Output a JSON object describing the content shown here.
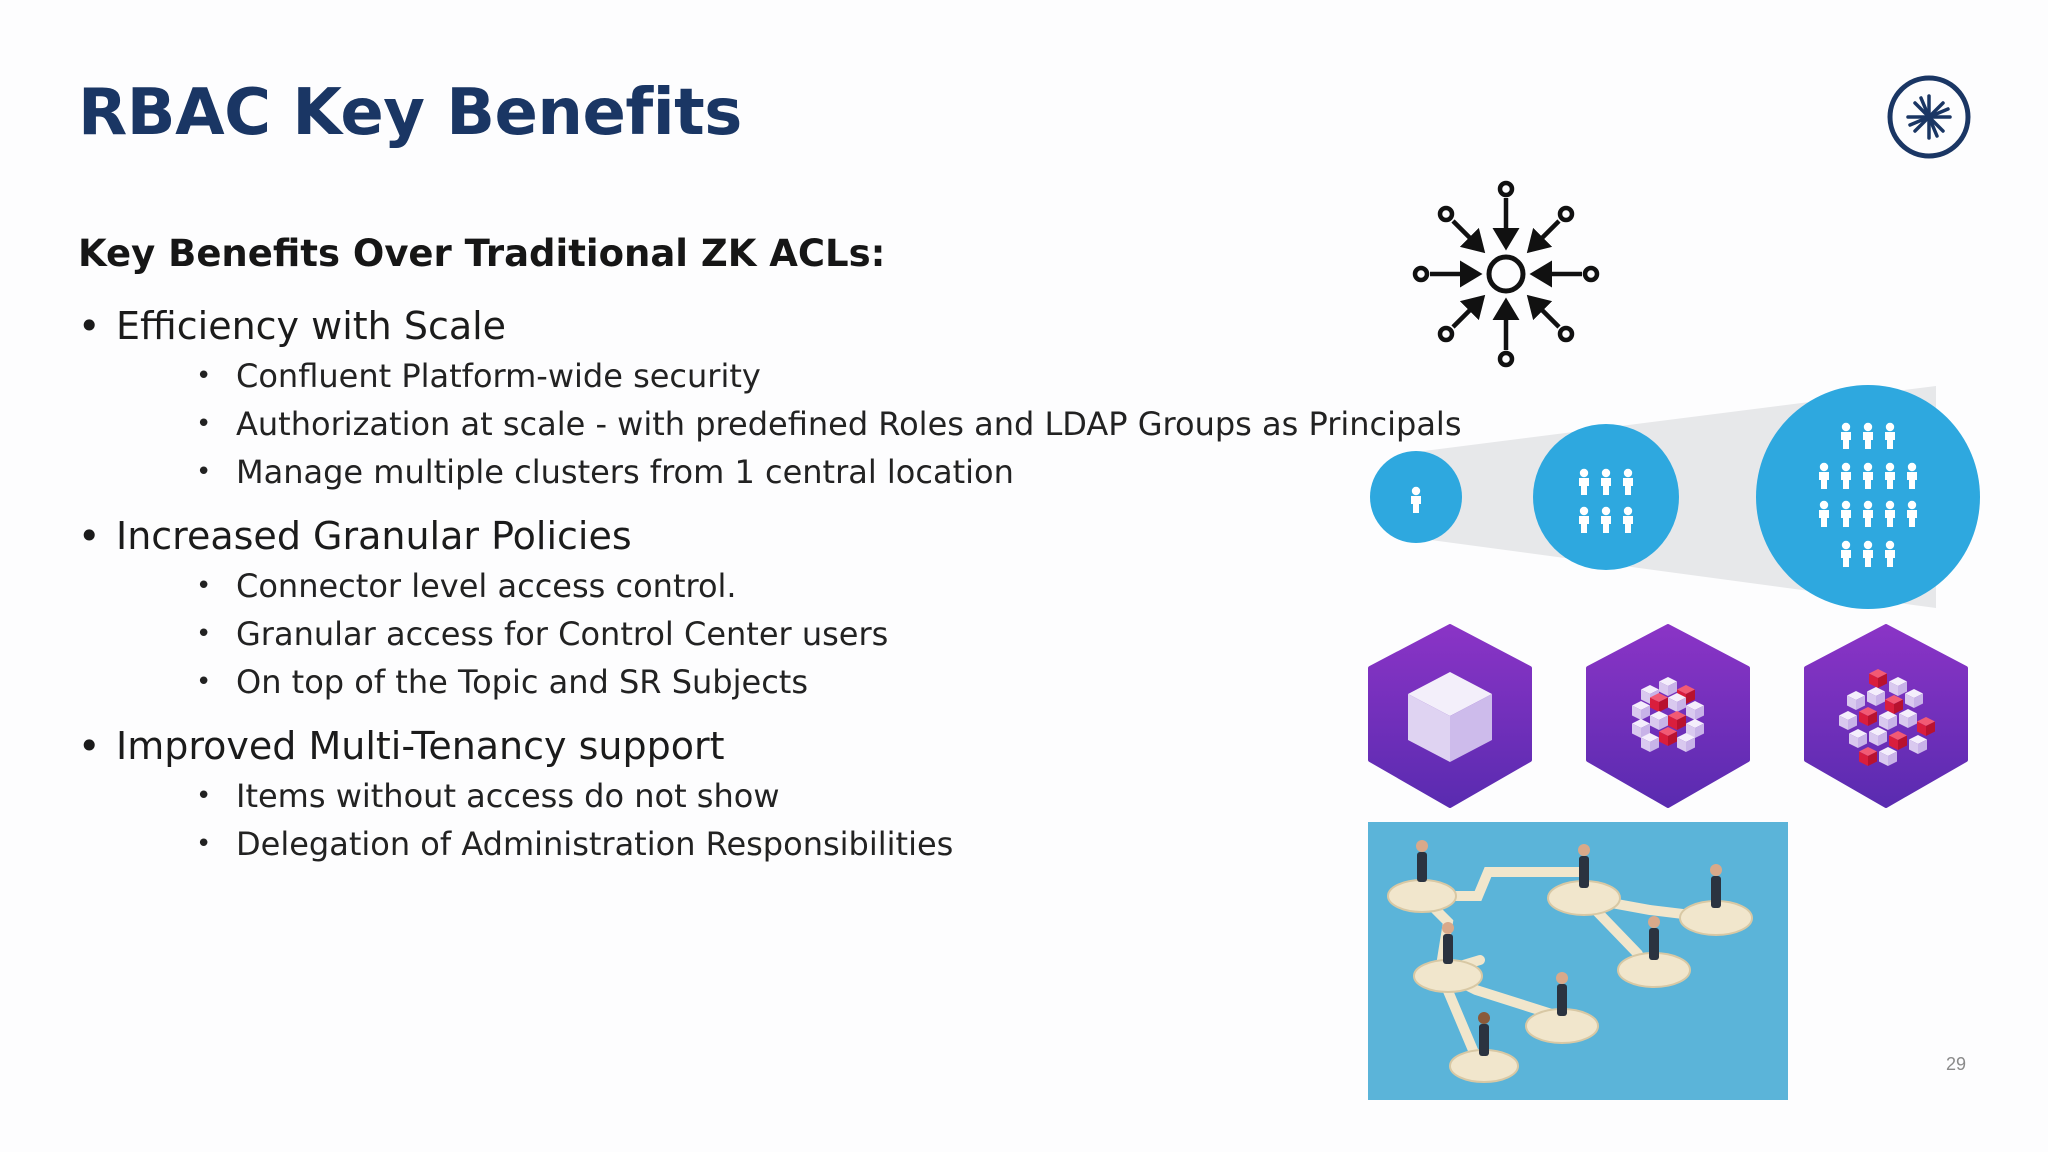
{
  "slide": {
    "title": "RBAC Key Benefits",
    "subtitle": "Key Benefits Over Traditional ZK ACLs:",
    "bullets": [
      {
        "label": "Efficiency with Scale",
        "sub": [
          "Confluent Platform-wide security",
          "Authorization at scale - with predefined Roles and LDAP Groups as Principals",
          "Manage multiple clusters from 1 central location"
        ]
      },
      {
        "label": "Increased Granular Policies",
        "sub": [
          "Connector level access control.",
          "Granular access for Control Center users",
          "On top of the Topic and SR Subjects"
        ]
      },
      {
        "label": "Improved Multi-Tenancy support",
        "sub": [
          "Items without access do not show",
          "Delegation of Administration Responsibilities"
        ]
      }
    ],
    "page_number": "29"
  },
  "icons": {
    "logo": "confluent-logo-icon",
    "hub": "central-hub-icon",
    "scale": "user-groups-scale-icon",
    "cubes": "granular-cubes-icon",
    "network": "people-network-illustration"
  },
  "colors": {
    "title": "#1a3664",
    "scale_blue": "#2ea8df",
    "hex_purple": "#6a2fb8",
    "network_bg": "#5bb4d9"
  }
}
